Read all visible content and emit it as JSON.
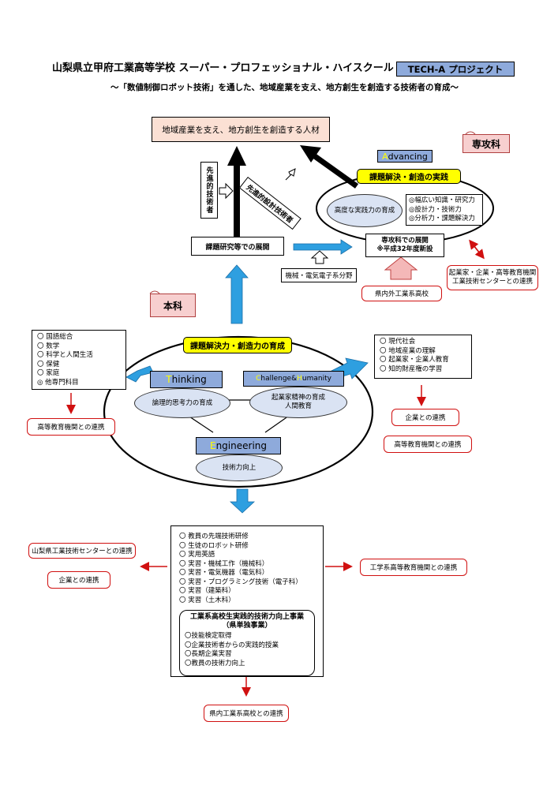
{
  "header": {
    "title": "山梨県立甲府工業高等学校 スーパー・プロフェッショナル・ハイスクール",
    "badge": "TECH-A プロジェクト",
    "subtitle": "～「数値制御ロボット技術」を通した、地域産業を支え、地方創生を創造する技術者の育成～"
  },
  "top_goal": "地域産業を支え、地方創生を創造する人材",
  "advanced_skill_vertical": "先進的技術者",
  "advanced_design_label": "先進的設計技術者",
  "senkoka": {
    "scroll": "専攻科",
    "advancing": "dvancing",
    "advancing_initial": "A",
    "practice_title": "課題解決・創造の実践",
    "ability": "高度な実践力の育成",
    "skills": [
      "◎幅広い知識・研究力",
      "◎設計力・技術力",
      "◎分析力・課題解決力"
    ],
    "development": [
      "専攻科での展開",
      "※平成32年度新設"
    ],
    "partner": [
      "起業家・企業・高等教育機関",
      "工業技術センターとの連携"
    ]
  },
  "research_expansion": "課題研究等での展開",
  "field": "機械・電気電子系分野",
  "in_out_schools": "県内外工業系高校",
  "honka": {
    "scroll": "本科",
    "problem_solving": "課題解決力・創造力の育成",
    "thinking_initial": "T",
    "thinking": "hinking",
    "logic": "論理的思考力の育成",
    "ch_initial1": "C",
    "ch_text1": "hallenge",
    "ch_amp": " & ",
    "ch_initial2": "H",
    "ch_text2": "umanity",
    "entrepreneur": [
      "起業家精神の育成",
      "人間教育"
    ],
    "eng_initial": "E",
    "engineering": "ngineering",
    "tech_up": "技術力向上"
  },
  "left_subjects": [
    "〇 国語総合",
    "〇 数学",
    "〇 科学と人間生活",
    "〇 保健",
    "〇 家庭",
    "◎ 他専門科目"
  ],
  "left_partner": "高等教育機関との連携",
  "right_subjects": [
    "〇 現代社会",
    "〇 地域産業の理解",
    "〇 起業家・企業人教育",
    "〇 知的財産権の学習"
  ],
  "right_partners": [
    "企業との連携",
    "高等教育機関との連携"
  ],
  "bottom_list": [
    "〇 教員の先端技術研修",
    "〇 生徒のロボット研修",
    "〇 実用英語",
    "〇 実習・機械工作（機械科）",
    "〇 実習・電気機器（電気科）",
    "〇 実習・プログラミング技術（電子科）",
    "〇 実習（建築科）",
    "〇 実習（土木科）"
  ],
  "bottom_project": {
    "title": [
      "工業系高校生実践的技術力向上事業",
      "（県単独事業）"
    ],
    "items": [
      "〇技能検定取得",
      "〇企業技術者からの実践的授業",
      "〇長期企業実習",
      "〇教員の技術力向上"
    ]
  },
  "bottom_left_partners": [
    "山梨県工業技術センターとの連携",
    "企業との連携"
  ],
  "bottom_right_partner": "工学系高等教育機関との連携",
  "bottom_partner": "県内工業系高校との連携",
  "colors": {
    "accent_blue": "#8eaadb",
    "light_blue": "#dae3f3",
    "yellow": "#ffff00",
    "red": "#d01010",
    "salmon": "#fbe0d4",
    "arrow_blue": "#2e9fe0"
  }
}
